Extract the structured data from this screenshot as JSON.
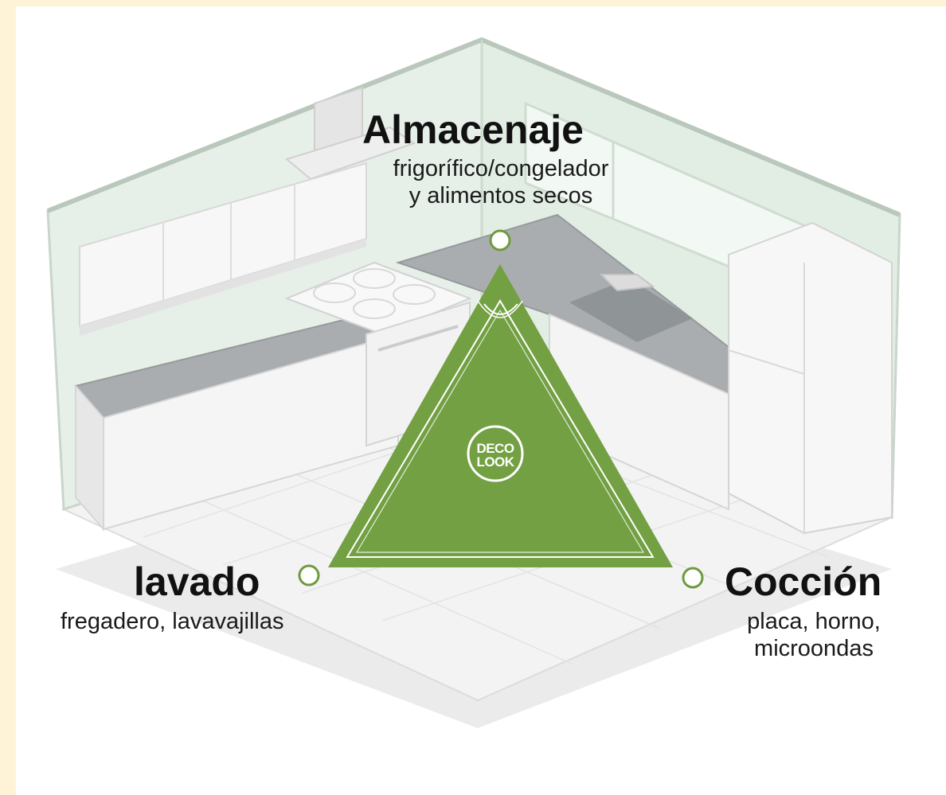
{
  "zones": {
    "almacenaje": {
      "title": "Almacenaje",
      "line1": "frigorífico/congelador",
      "line2": "y alimentos secos"
    },
    "lavado": {
      "title": "lavado",
      "line1": "fregadero, lavavajillas"
    },
    "coccion": {
      "title": "Cocción",
      "line1": "placa, horno,",
      "line2": "microondas"
    }
  },
  "logo": {
    "line1": "DECO",
    "line2": "LOOK"
  },
  "colors": {
    "background": "#fef3d6",
    "triangle": "#73a043",
    "marker": "#6f9a3e"
  },
  "icons": [
    "kitchen-illustration",
    "work-triangle",
    "zone-marker"
  ]
}
